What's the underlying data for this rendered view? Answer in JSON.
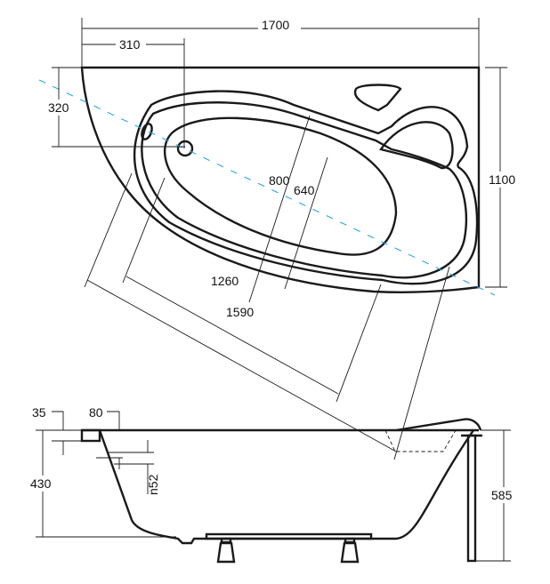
{
  "top_view": {
    "dimensions": {
      "overall_length": "1700",
      "drain_offset_x": "310",
      "drain_offset_y": "320",
      "overall_width": "1100",
      "inner_width": "800",
      "bottom_width": "640",
      "inner_length": "1260",
      "outer_length": "1590"
    },
    "axis_color": "#29a8df"
  },
  "side_view": {
    "dimensions": {
      "rim_thickness": "35",
      "rim_width": "80",
      "depth": "430",
      "total_height": "585",
      "overflow": "n52"
    }
  }
}
